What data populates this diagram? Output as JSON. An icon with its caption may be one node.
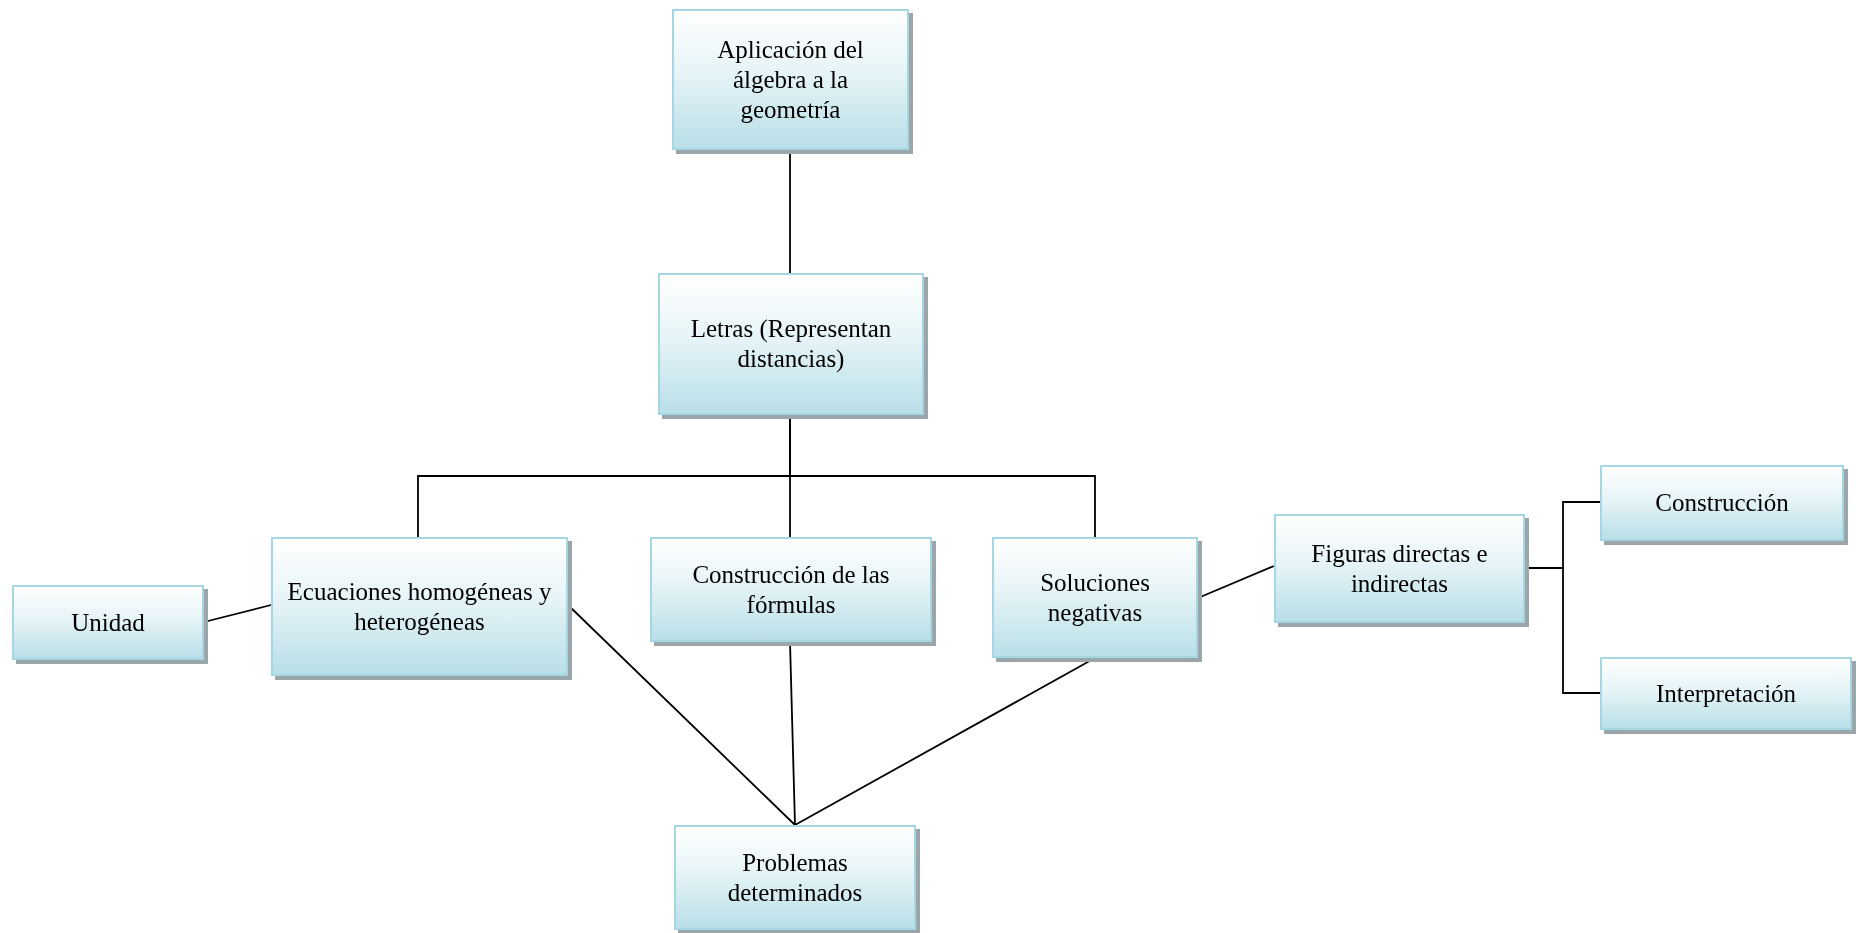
{
  "diagram": {
    "nodes": [
      {
        "text": [
          "Aplicación del álgebra a la geometría"
        ]
      },
      {
        "text": [
          "Letras (Representan distancias)"
        ]
      },
      {
        "text": [
          "Unidad"
        ]
      },
      {
        "text": [
          "Ecuaciones homogéneas y heterogéneas"
        ]
      },
      {
        "text": [
          "Construcción de las fórmulas"
        ]
      },
      {
        "text": [
          "Soluciones negativas"
        ]
      },
      {
        "text": [
          "Figuras directas e indirectas"
        ]
      },
      {
        "text": [
          "Construcción"
        ]
      },
      {
        "text": [
          "Interpretación"
        ]
      },
      {
        "text": [
          "Problemas determinados"
        ]
      }
    ],
    "edges": [
      {
        "from": 0,
        "to": 1,
        "arrow": "none"
      },
      {
        "from": 1,
        "to": 3,
        "arrow": "none"
      },
      {
        "from": 1,
        "to": 4,
        "arrow": "none"
      },
      {
        "from": 1,
        "to": 5,
        "arrow": "none"
      },
      {
        "from": 3,
        "to": 2,
        "arrow": "none"
      },
      {
        "from": 5,
        "to": 6,
        "arrow": "none"
      },
      {
        "from": 6,
        "to": 7,
        "arrow": "none"
      },
      {
        "from": 6,
        "to": 8,
        "arrow": "none"
      },
      {
        "from": 3,
        "to": 9,
        "arrow": "none"
      },
      {
        "from": 4,
        "to": 9,
        "arrow": "none"
      },
      {
        "from": 5,
        "to": 9,
        "arrow": "none"
      }
    ]
  }
}
